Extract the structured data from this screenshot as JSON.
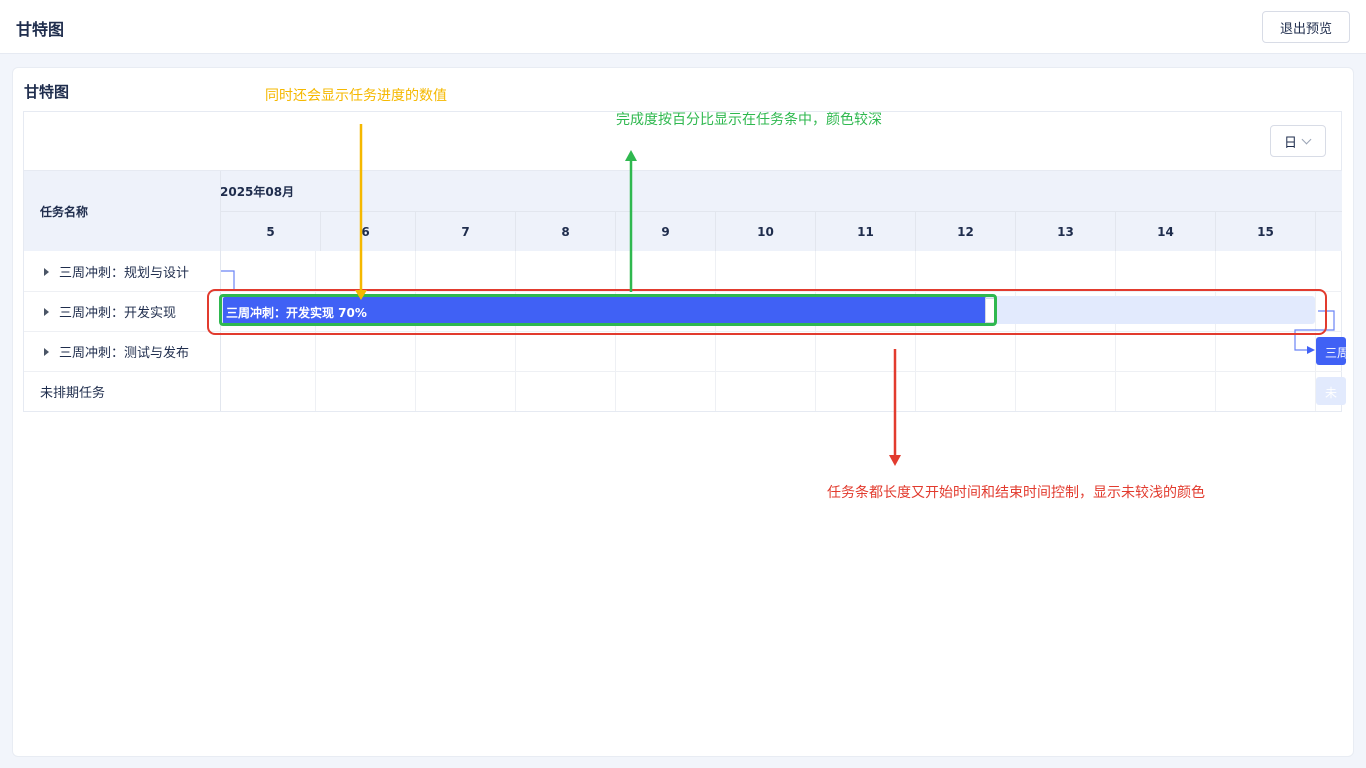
{
  "header": {
    "title": "甘特图",
    "exit_label": "退出预览"
  },
  "card": {
    "title": "甘特图"
  },
  "toolbar": {
    "view_mode": "日"
  },
  "grid": {
    "task_column_header": "任务名称",
    "month": "2025年08月",
    "days": [
      "5",
      "6",
      "7",
      "8",
      "9",
      "10",
      "11",
      "12",
      "13",
      "14",
      "15"
    ]
  },
  "tasks": [
    {
      "name": "三周冲刺：规划与设计"
    },
    {
      "name": "三周冲刺：开发实现",
      "bar_label": "三周冲刺：开发实现 70%",
      "progress": 0.7
    },
    {
      "name": "三周冲刺：测试与发布",
      "bar_label": "三周"
    },
    {
      "name": "未排期任务",
      "bar_label": "未"
    }
  ],
  "annotations": {
    "yellow": "同时还会显示任务进度的数值",
    "green": "完成度按百分比显示在任务条中，颜色较深",
    "red": "任务条都长度又开始时间和结束时间控制，显示未较浅的颜色"
  },
  "colors": {
    "progress": "#4061f5",
    "track": "#e2eafd",
    "yellow": "#f5b800",
    "green": "#2fb84f",
    "red": "#e23b2e"
  }
}
